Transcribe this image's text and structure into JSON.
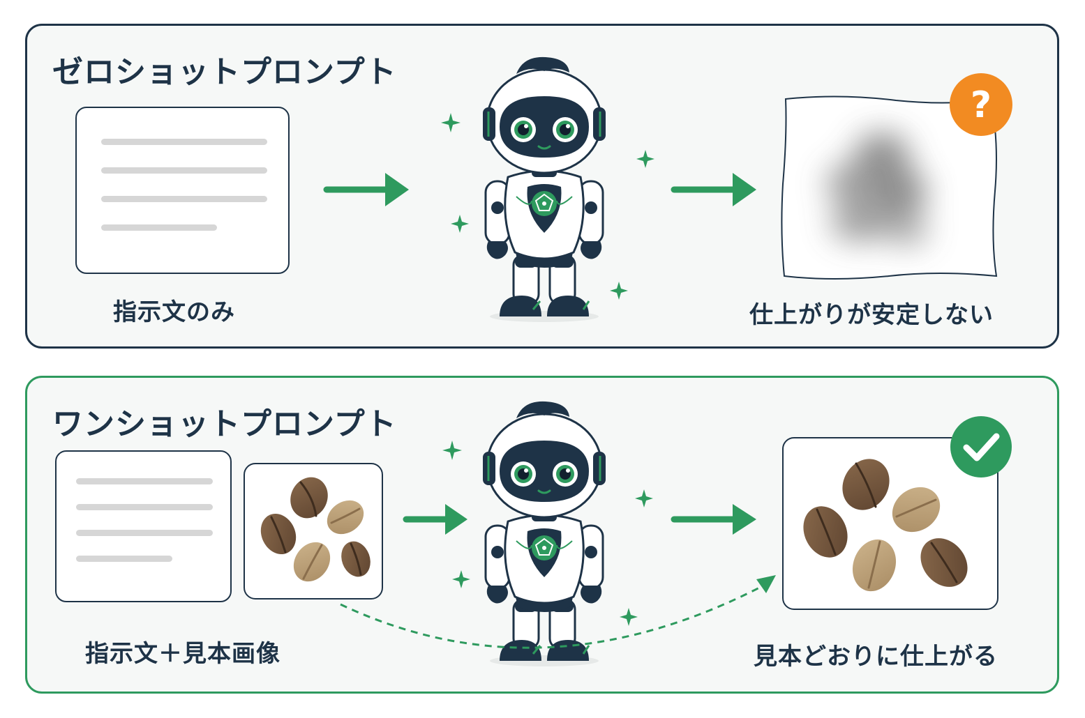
{
  "zero_shot": {
    "title": "ゼロショットプロンプト",
    "input_label": "指示文のみ",
    "output_label": "仕上がりが安定しない",
    "status_icon": "question-icon",
    "status_color": "#f28b22"
  },
  "one_shot": {
    "title": "ワンショットプロンプト",
    "input_label": "指示文＋見本画像",
    "output_label": "見本どおりに仕上がる",
    "status_icon": "check-icon",
    "status_color": "#2e9a5e"
  },
  "colors": {
    "navy": "#1e3347",
    "green": "#2e9a5e",
    "orange": "#f28b22"
  }
}
